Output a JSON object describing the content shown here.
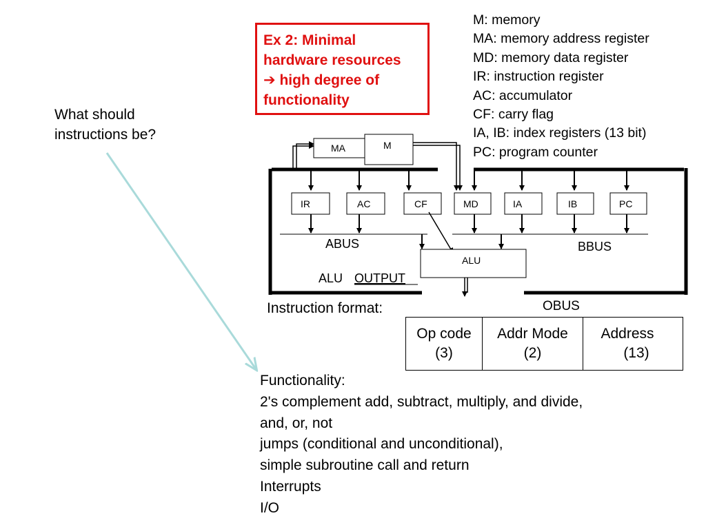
{
  "callout": {
    "line1": "Ex 2: Minimal",
    "line2": "hardware resources",
    "line3_arrow": "➔",
    "line3_text": "high degree of",
    "line4": "functionality",
    "color": "#e01010"
  },
  "question": {
    "line1": "What should",
    "line2": "instructions be?",
    "arrow_color": "#a9dada"
  },
  "legend": [
    "M: memory",
    "MA: memory address register",
    "MD: memory data register",
    "IR: instruction register",
    "AC: accumulator",
    "CF: carry flag",
    "IA, IB: index registers (13 bit)",
    "PC: program counter"
  ],
  "diagram": {
    "memory_address_register": "MA",
    "memory": "M",
    "registers": {
      "ir": "IR",
      "ac": "AC",
      "cf": "CF",
      "md": "MD",
      "ia": "IA",
      "ib": "IB",
      "pc": "PC"
    },
    "alu": "ALU",
    "abus_label": "ABUS",
    "bbus_label": "BBUS",
    "alu_output_prefix": "ALU",
    "alu_output_suffix": "OUTPUT"
  },
  "instruction_format": {
    "label": "Instruction format:",
    "obus_label": "OBUS",
    "fields": [
      {
        "name": "Op code",
        "bits": "(3)"
      },
      {
        "name": "Addr Mode",
        "bits": "(2)"
      },
      {
        "name": "Address",
        "bits": "(13)"
      }
    ]
  },
  "functionality": [
    "Functionality:",
    "2's complement add, subtract, multiply, and divide,",
    "and, or, not",
    "jumps (conditional and unconditional),",
    "simple subroutine call and return",
    "Interrupts",
    "I/O"
  ]
}
